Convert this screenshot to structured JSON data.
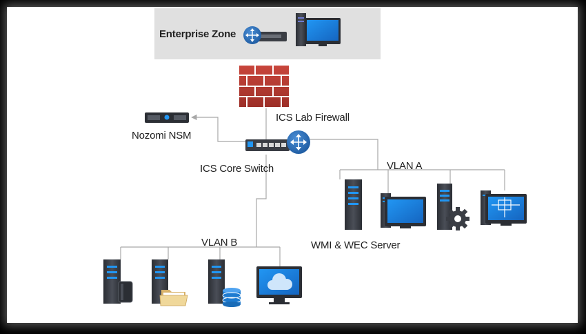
{
  "labels": {
    "enterprise_zone": "Enterprise Zone",
    "firewall": "ICS Lab Firewall",
    "nozomi": "Nozomi NSM",
    "core_switch": "ICS Core Switch",
    "vlan_a": "VLAN A",
    "vlan_b": "VLAN B",
    "wmi_server": "WMI & WEC Server"
  },
  "icons": {
    "router": "router-icon",
    "workstation": "workstation-icon",
    "firewall": "firewall-brick-icon",
    "sensor": "rack-appliance-icon",
    "switch": "network-switch-icon",
    "server": "server-tower-icon",
    "monitor": "monitor-icon",
    "gear": "gear-icon",
    "folder": "folder-icon",
    "database": "database-icon",
    "cloud": "cloud-icon",
    "crosshair": "crosshair-icon"
  },
  "colors": {
    "zone_fill": "#e0e0e0",
    "link_line": "#a8a8a8",
    "device_dark": "#3a3d44",
    "device_blue": "#2c72b8",
    "screen_blue": "#1e88e5",
    "brick_red": "#b3372f"
  }
}
